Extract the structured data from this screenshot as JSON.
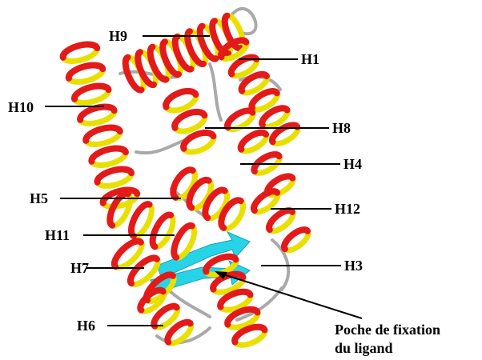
{
  "colors": {
    "helix_outer": "#e31a1a",
    "helix_inner": "#e8e000",
    "sheet": "#27d3e6",
    "coil": "#a9a9a9",
    "leader_line": "#000000",
    "background": "#ffffff"
  },
  "helices": [
    {
      "id": "H1",
      "label": "H1"
    },
    {
      "id": "H3",
      "label": "H3"
    },
    {
      "id": "H4",
      "label": "H4"
    },
    {
      "id": "H5",
      "label": "H5"
    },
    {
      "id": "H6",
      "label": "H6"
    },
    {
      "id": "H7",
      "label": "H7"
    },
    {
      "id": "H8",
      "label": "H8"
    },
    {
      "id": "H9",
      "label": "H9"
    },
    {
      "id": "H10",
      "label": "H10"
    },
    {
      "id": "H11",
      "label": "H11"
    },
    {
      "id": "H12",
      "label": "H12"
    }
  ],
  "annotation": {
    "line1": "Poche de fixation",
    "line2": "du ligand"
  }
}
